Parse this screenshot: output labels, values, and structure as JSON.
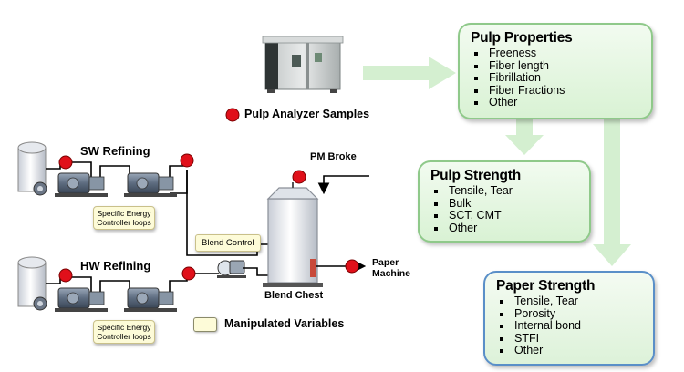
{
  "pulp_properties": {
    "title": "Pulp Properties",
    "items": [
      "Freeness",
      "Fiber length",
      "Fibrillation",
      "Fiber Fractions",
      "Other"
    ]
  },
  "pulp_strength": {
    "title": "Pulp Strength",
    "items": [
      "Tensile, Tear",
      "Bulk",
      "SCT, CMT",
      "Other"
    ]
  },
  "paper_strength": {
    "title": "Paper Strength",
    "items": [
      "Tensile, Tear",
      "Porosity",
      "Internal bond",
      "STFI",
      "Other"
    ]
  },
  "process": {
    "pulp_analyzer_label": "Pulp Analyzer Samples",
    "sw_refining_label": "SW Refining",
    "hw_refining_label": "HW Refining",
    "pm_broke_label": "PM Broke",
    "blend_chest_label": "Blend Chest",
    "paper_machine_label": "Paper Machine",
    "blend_control_label": "Blend Control",
    "sw_controller_note": "Specific Energy Controller loops",
    "hw_controller_note": "Specific Energy Controller loops",
    "legend_label": "Manipulated Variables"
  },
  "colors": {
    "sample_point": "#e0101a",
    "arrow_green": "#d4efd0",
    "box_border_green": "#8fc98a",
    "box_border_blue": "#5a8fc8",
    "note_fill": "#fdfbd8"
  }
}
